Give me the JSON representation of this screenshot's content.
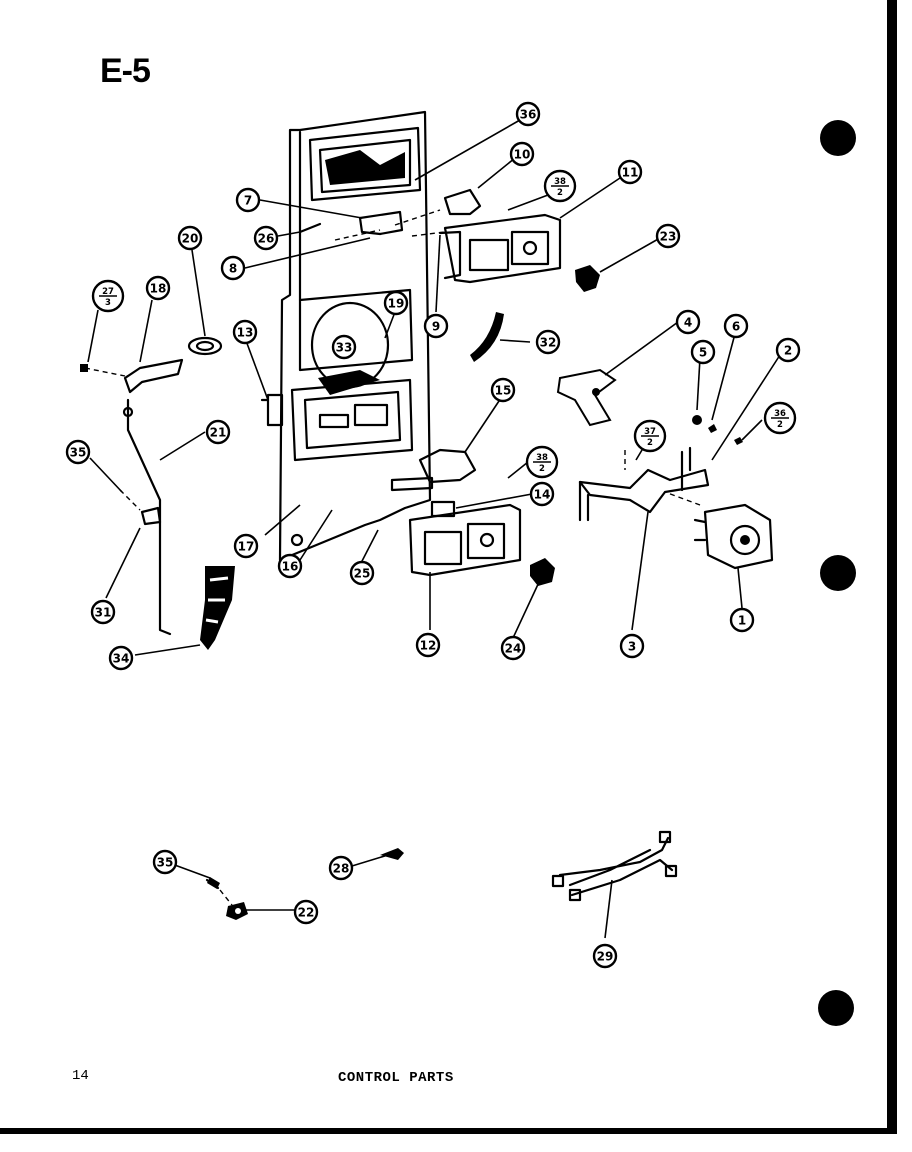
{
  "page": {
    "id_label": "E-5",
    "page_number": "14",
    "caption": "CONTROL PARTS"
  },
  "callouts": [
    {
      "label": "36"
    },
    {
      "label": "10"
    },
    {
      "label": "38",
      "sub": "2"
    },
    {
      "label": "11"
    },
    {
      "label": "7"
    },
    {
      "label": "26"
    },
    {
      "label": "20"
    },
    {
      "label": "8"
    },
    {
      "label": "23"
    },
    {
      "label": "27",
      "sub": "3"
    },
    {
      "label": "18"
    },
    {
      "label": "13"
    },
    {
      "label": "33"
    },
    {
      "label": "19"
    },
    {
      "label": "9"
    },
    {
      "label": "32"
    },
    {
      "label": "4"
    },
    {
      "label": "6"
    },
    {
      "label": "5"
    },
    {
      "label": "2"
    },
    {
      "label": "36",
      "sub": "2"
    },
    {
      "label": "15"
    },
    {
      "label": "21"
    },
    {
      "label": "35"
    },
    {
      "label": "37",
      "sub": "2"
    },
    {
      "label": "38",
      "sub": "2"
    },
    {
      "label": "14"
    },
    {
      "label": "17"
    },
    {
      "label": "16"
    },
    {
      "label": "25"
    },
    {
      "label": "31"
    },
    {
      "label": "34"
    },
    {
      "label": "12"
    },
    {
      "label": "24"
    },
    {
      "label": "3"
    },
    {
      "label": "1"
    },
    {
      "label": "35"
    },
    {
      "label": "28"
    },
    {
      "label": "22"
    },
    {
      "label": "29"
    }
  ]
}
